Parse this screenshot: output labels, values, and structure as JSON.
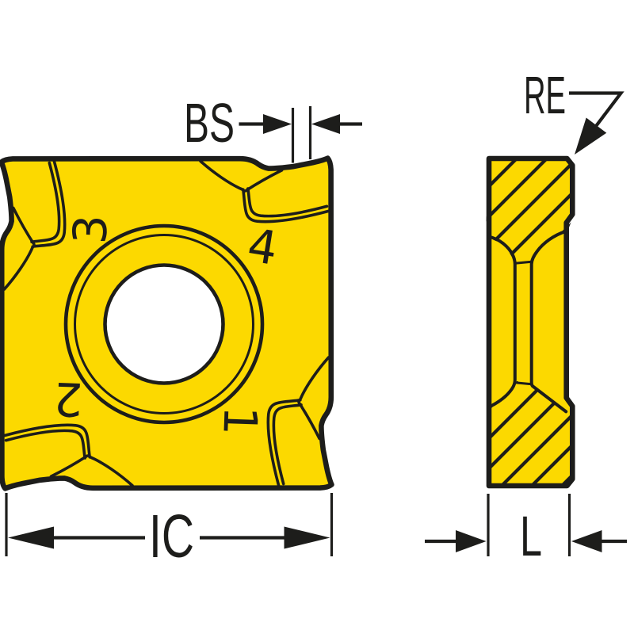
{
  "drawing": {
    "description": "Milling insert dimension drawing, front view and side section view",
    "colors": {
      "insert_yellow": "#FCD900",
      "line_black": "#1D1D1B",
      "background": "#FFFFFF"
    },
    "front_view": {
      "corner_numbers": {
        "top_left": "3",
        "top_right": "4",
        "bottom_right": "1",
        "bottom_left": "2"
      }
    },
    "dimensions": {
      "bs": {
        "label": "BS"
      },
      "ic": {
        "label": "IC"
      },
      "re": {
        "label": "RE"
      },
      "l": {
        "label": "L"
      }
    }
  }
}
